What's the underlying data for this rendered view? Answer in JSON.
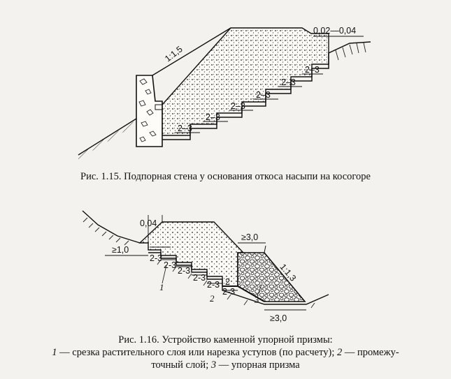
{
  "figure1": {
    "slope_label": "1:1,5",
    "offset_label": "0,02—0,04",
    "step_labels": [
      "2–3",
      "2–3",
      "2–3",
      "2–3",
      "2–3",
      "2–3"
    ],
    "caption": "Рис. 1.15. Подпорная стена у основания откоса насыпи на косогоре"
  },
  "figure2": {
    "top_offset_label": "0,04",
    "left_width_label": "≥1,0",
    "berm_width_label": "≥3,0",
    "bottom_width_label": "≥3,0",
    "slope_label": "1:1,3",
    "step_labels": [
      "2-3",
      "2-3",
      "2-3",
      "2-3",
      "2-3",
      "2-3",
      "2"
    ],
    "marker_1": "1",
    "marker_2": "2",
    "marker_3": "3",
    "caption_line1": "Рис. 1.16. Устройство каменной упорной призмы:",
    "caption_n1": "1",
    "caption_t1": " — срезка растительного слоя или нарезка уступов (по расчету); ",
    "caption_n2": "2",
    "caption_t2": " — промежу-",
    "caption_line3_n3": "3",
    "caption_line3_pre": "точный слой; ",
    "caption_line3_post": " — упорная призма"
  }
}
